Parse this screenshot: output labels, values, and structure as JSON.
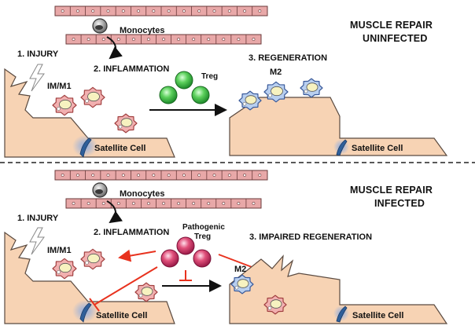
{
  "colors": {
    "muscle": "#f7d3b4",
    "muscle_stroke": "#5a4a40",
    "vessel": "#e8a8a8",
    "macro_m1": "#f2b0b0",
    "macro_m2": "#b8cff0",
    "treg": "#5cd05c",
    "pathogenic_treg": "#e0507a",
    "inhibit_arrow": "#e8321e",
    "satellite": "#2f5f9a"
  },
  "icons": {
    "injury": "lightning-bolt-icon",
    "monocyte": "monocyte-cell-icon",
    "macrophage": "macrophage-cell-icon",
    "treg": "treg-cell-icon"
  },
  "panels": {
    "uninfected": {
      "title_line1": "MUSCLE REPAIR",
      "title_line2": "UNINFECTED",
      "monocytes": "Monocytes",
      "step1": "1. INJURY",
      "step2": "2. INFLAMMATION",
      "step3": "3. REGENERATION",
      "im_m1": "IM/M1",
      "treg": "Treg",
      "m2": "M2",
      "satellite_left": "Satellite Cell",
      "satellite_right": "Satellite Cell"
    },
    "infected": {
      "title_line1": "MUSCLE REPAIR",
      "title_line2": "INFECTED",
      "monocytes": "Monocytes",
      "step1": "1. INJURY",
      "step2": "2. INFLAMMATION",
      "step3": "3. IMPAIRED REGENERATION",
      "im_m1": "IM/M1",
      "treg_line1": "Pathogenic",
      "treg_line2": "Treg",
      "m2": "M2",
      "satellite_left": "Satellite Cell",
      "satellite_right": "Satellite Cell"
    }
  }
}
